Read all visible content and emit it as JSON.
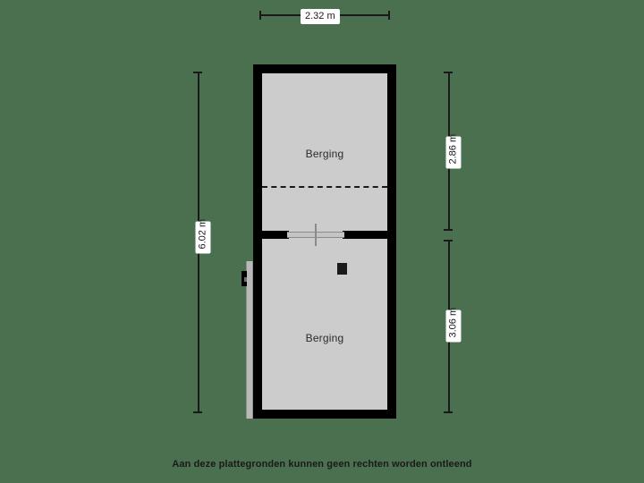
{
  "plan": {
    "background_color": "#4a7050",
    "floor_fill_color": "#cccccc",
    "wall_color": "#000000",
    "rooms": [
      {
        "label": "Berging",
        "position": "upper"
      },
      {
        "label": "Berging",
        "position": "lower"
      }
    ],
    "features": {
      "sliding_door_label": "sliding-door",
      "dashed_line_label": "dashed-overhead-line",
      "column_label": "column"
    }
  },
  "dimensions": {
    "top": {
      "value": "2.32 m",
      "orientation": "horizontal"
    },
    "left": {
      "value": "6.02 m",
      "orientation": "vertical"
    },
    "right_upper": {
      "value": "2.86 m",
      "orientation": "vertical"
    },
    "right_lower": {
      "value": "3.06 m",
      "orientation": "vertical"
    }
  },
  "footer": {
    "disclaimer": "Aan deze plattegronden kunnen geen rechten worden ontleend"
  }
}
